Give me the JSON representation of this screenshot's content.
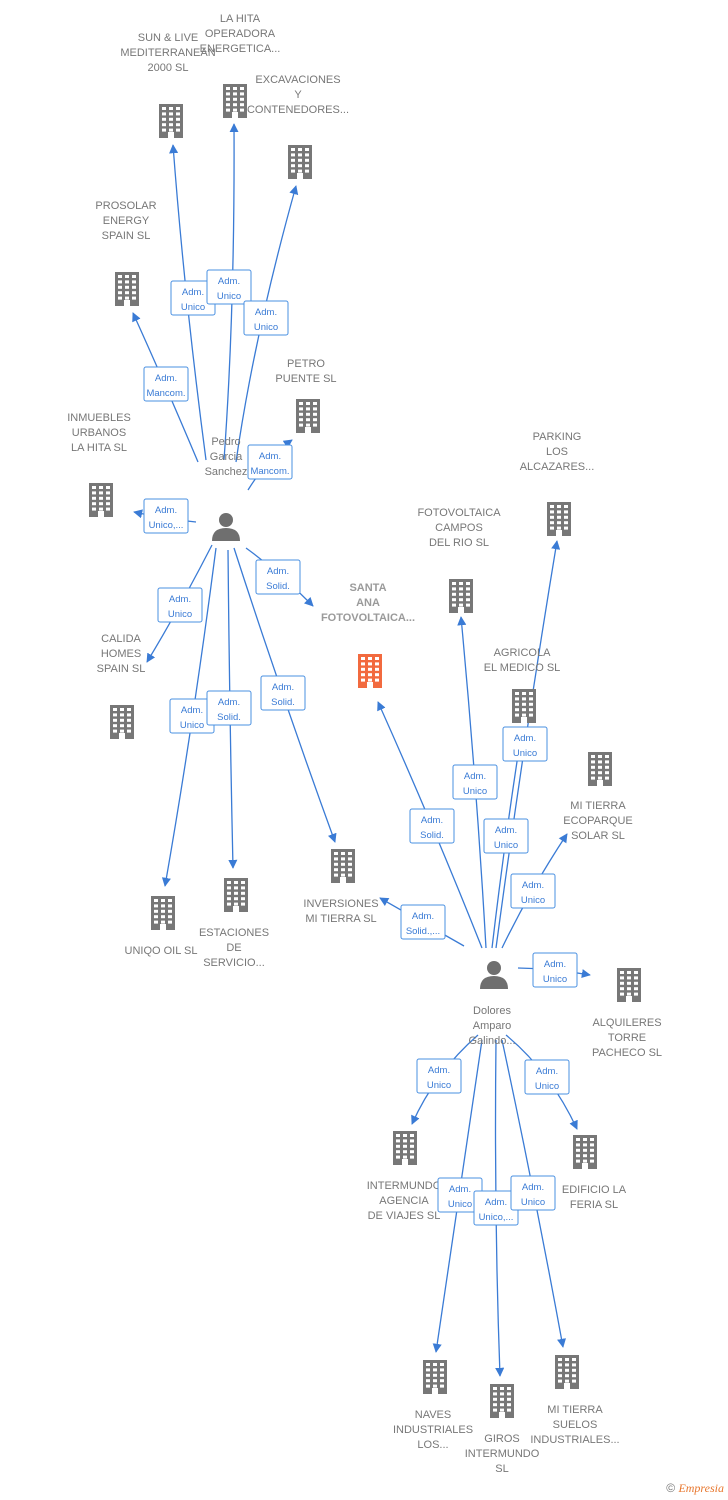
{
  "colors": {
    "edge": "#3a7bd5",
    "building": "#777777",
    "target": "#f26a3f",
    "person": "#6f6f6f"
  },
  "people": [
    {
      "id": "pedro",
      "lines": [
        "Pedro",
        "Garcia",
        "Sanchez"
      ]
    },
    {
      "id": "dolores",
      "lines": [
        "Dolores",
        "Amparo",
        "Galindo..."
      ]
    }
  ],
  "companies": [
    {
      "id": "santa",
      "lines": [
        "SANTA",
        "ANA",
        "FOTOVOLTAICA..."
      ],
      "target": true
    },
    {
      "id": "sun",
      "lines": [
        "SUN & LIVE",
        "MEDITERRANEAN",
        "2000  SL"
      ]
    },
    {
      "id": "hita_op",
      "lines": [
        "LA HITA",
        "OPERADORA",
        "ENERGETICA..."
      ]
    },
    {
      "id": "excav",
      "lines": [
        "EXCAVACIONES",
        "Y",
        "CONTENEDORES..."
      ]
    },
    {
      "id": "prosolar",
      "lines": [
        "PROSOLAR",
        "ENERGY",
        "SPAIN  SL"
      ]
    },
    {
      "id": "petro",
      "lines": [
        "PETRO",
        "PUENTE  SL"
      ]
    },
    {
      "id": "inmuebles",
      "lines": [
        "INMUEBLES",
        "URBANOS",
        "LA HITA  SL"
      ]
    },
    {
      "id": "calida",
      "lines": [
        "CALIDA",
        "HOMES",
        "SPAIN  SL"
      ]
    },
    {
      "id": "uniqo",
      "lines": [
        "UNIQO OIL  SL"
      ]
    },
    {
      "id": "estaciones",
      "lines": [
        "ESTACIONES",
        "DE",
        "SERVICIO..."
      ]
    },
    {
      "id": "inversiones",
      "lines": [
        "INVERSIONES",
        "MI TIERRA  SL"
      ]
    },
    {
      "id": "parking",
      "lines": [
        "PARKING",
        "LOS",
        "ALCAZARES..."
      ]
    },
    {
      "id": "fotocampos",
      "lines": [
        "FOTOVOLTAICA",
        "CAMPOS",
        "DEL RIO  SL"
      ]
    },
    {
      "id": "agricola",
      "lines": [
        "AGRICOLA",
        "EL MEDICO  SL"
      ]
    },
    {
      "id": "ecoparque",
      "lines": [
        "MI TIERRA",
        "ECOPARQUE",
        "SOLAR  SL"
      ]
    },
    {
      "id": "alquileres",
      "lines": [
        "ALQUILERES",
        "TORRE",
        "PACHECO  SL"
      ]
    },
    {
      "id": "intermundo_ag",
      "lines": [
        "INTERMUNDO",
        "AGENCIA",
        "DE VIAJES SL"
      ]
    },
    {
      "id": "edificio",
      "lines": [
        "EDIFICIO LA",
        "FERIA  SL"
      ]
    },
    {
      "id": "naves",
      "lines": [
        "NAVES",
        "INDUSTRIALES",
        "LOS..."
      ]
    },
    {
      "id": "giros",
      "lines": [
        "GIROS",
        "INTERMUNDO",
        "SL"
      ]
    },
    {
      "id": "suelos",
      "lines": [
        "MI TIERRA",
        "SUELOS",
        "INDUSTRIALES..."
      ]
    }
  ],
  "relations": [
    {
      "from": "pedro",
      "to": "sun",
      "lines": [
        "Adm.",
        "Unico"
      ]
    },
    {
      "from": "pedro",
      "to": "hita_op",
      "lines": [
        "Adm.",
        "Unico"
      ]
    },
    {
      "from": "pedro",
      "to": "excav",
      "lines": [
        "Adm.",
        "Unico"
      ]
    },
    {
      "from": "pedro",
      "to": "prosolar",
      "lines": [
        "Adm.",
        "Mancom."
      ]
    },
    {
      "from": "pedro",
      "to": "petro",
      "lines": [
        "Adm.",
        "Mancom."
      ]
    },
    {
      "from": "pedro",
      "to": "inmuebles",
      "lines": [
        "Adm.",
        "Unico,..."
      ]
    },
    {
      "from": "pedro",
      "to": "santa",
      "lines": [
        "Adm.",
        "Solid."
      ]
    },
    {
      "from": "pedro",
      "to": "calida",
      "lines": [
        "Adm.",
        "Unico"
      ]
    },
    {
      "from": "pedro",
      "to": "uniqo",
      "lines": [
        "Adm.",
        "Unico"
      ]
    },
    {
      "from": "pedro",
      "to": "estaciones",
      "lines": [
        "Adm.",
        "Solid."
      ]
    },
    {
      "from": "pedro",
      "to": "inversiones",
      "lines": [
        "Adm.",
        "Solid."
      ]
    },
    {
      "from": "dolores",
      "to": "santa",
      "lines": [
        "Adm.",
        "Solid."
      ]
    },
    {
      "from": "dolores",
      "to": "fotocampos",
      "lines": [
        "Adm.",
        "Unico"
      ]
    },
    {
      "from": "dolores",
      "to": "agricola",
      "lines": [
        "Adm.",
        "Unico"
      ]
    },
    {
      "from": "dolores",
      "to": "parking",
      "lines": [
        "Adm.",
        "Unico"
      ]
    },
    {
      "from": "dolores",
      "to": "ecoparque",
      "lines": [
        "Adm.",
        "Unico"
      ]
    },
    {
      "from": "dolores",
      "to": "inversiones",
      "lines": [
        "Adm.",
        "Solid.,..."
      ]
    },
    {
      "from": "dolores",
      "to": "alquileres",
      "lines": [
        "Adm.",
        "Unico"
      ]
    },
    {
      "from": "dolores",
      "to": "intermundo_ag",
      "lines": [
        "Adm.",
        "Unico"
      ]
    },
    {
      "from": "dolores",
      "to": "edificio",
      "lines": [
        "Adm.",
        "Unico"
      ]
    },
    {
      "from": "dolores",
      "to": "naves",
      "lines": [
        "Adm.",
        "Unico"
      ]
    },
    {
      "from": "dolores",
      "to": "giros",
      "lines": [
        "Adm.",
        "Unico,..."
      ]
    },
    {
      "from": "dolores",
      "to": "suelos",
      "lines": [
        "Adm.",
        "Unico"
      ]
    }
  ],
  "footer": {
    "copyright": "©",
    "brand": "Empresia"
  }
}
